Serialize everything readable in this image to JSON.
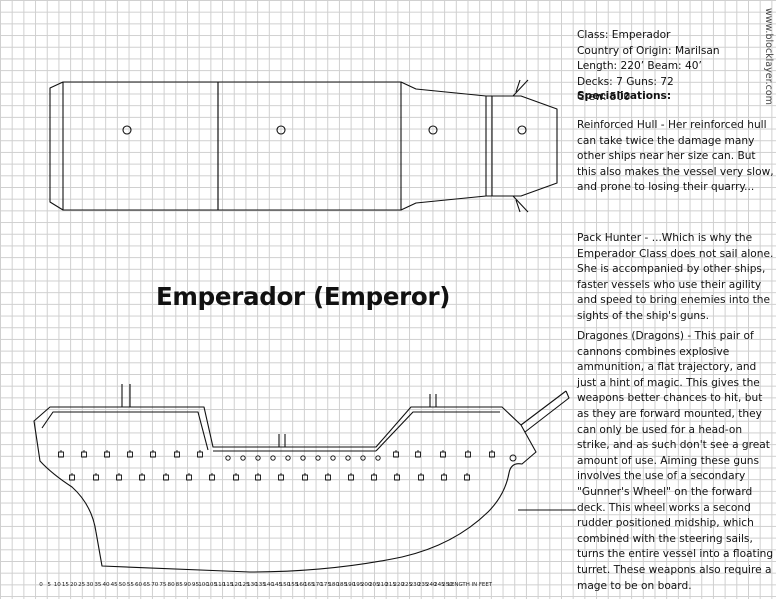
{
  "title": "Emperador (Emperor)",
  "credit": "www.blocklayer.com",
  "specs": {
    "class": "Class: Emperador",
    "country": "Country of Origin: Marilsan",
    "dimensions": "Length: 220’  Beam: 40’",
    "decks_guns": "Decks: 7  Guns: 72",
    "crew": "Crew: 500"
  },
  "specializations_heading": "Specializations:",
  "paragraphs": {
    "hull": "Reinforced Hull - Her reinforced hull can take twice the damage many other ships near her size can. But this also makes the vessel very slow, and prone to losing their quarry...",
    "pack": "Pack Hunter - ...Which is why the Emperador Class does not sail alone. She is accompanied by other ships, faster vessels who use their agility and speed to bring enemies into the sights of the ship's guns.",
    "dragones": "Dragones (Dragons) - This pair of cannons combines explosive ammunition, a flat trajectory, and just a hint of magic. This gives the weapons better chances to hit, but as they are forward mounted, they can only be used for a head-on strike, and as such don't see a great amount of use. Aiming these guns involves the use of a secondary \"Gunner's Wheel\" on the forward deck. This wheel works a second rudder positioned midship, which combined with the steering sails, turns the entire vessel into a floating turret. These weapons also require a mage to be on board."
  },
  "scale": {
    "ticks": [
      "0",
      "5",
      "10",
      "15",
      "20",
      "25",
      "30",
      "35",
      "40",
      "45",
      "50",
      "55",
      "60",
      "65",
      "70",
      "75",
      "80",
      "85",
      "90",
      "95",
      "100",
      "105",
      "110",
      "115",
      "120",
      "125",
      "130",
      "135",
      "140",
      "145",
      "150",
      "155",
      "160",
      "165",
      "170",
      "175",
      "180",
      "185",
      "190",
      "195",
      "200",
      "205",
      "210",
      "215",
      "220",
      "225",
      "230",
      "235",
      "240",
      "245",
      "250"
    ],
    "label": "LENGTH IN FEET"
  },
  "colors": {
    "ink": "#111111",
    "grid": "#cfcfcf",
    "paper": "#ffffff"
  }
}
